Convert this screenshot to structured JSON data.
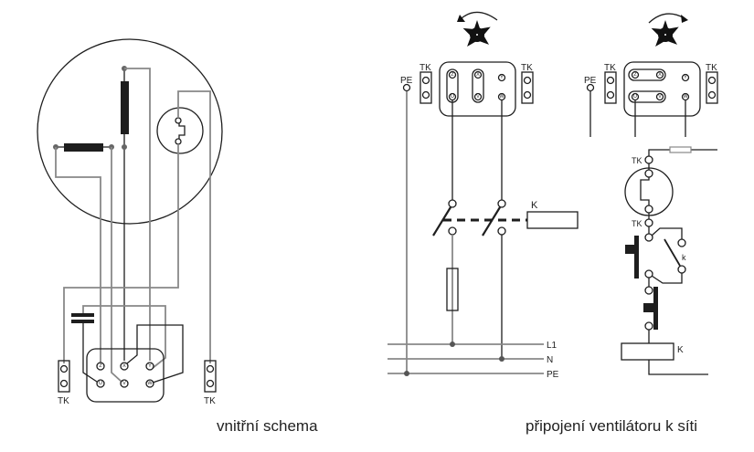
{
  "captions": {
    "internal": "vnitřní schema",
    "connection": "připojení ventilátoru k síti"
  },
  "labels": {
    "tk": "TK",
    "pe": "PE",
    "k_upper": "K",
    "k_lower": "k",
    "l1": "L1",
    "n": "N",
    "pe_bus": "PE"
  },
  "terminals": {
    "z": "Z",
    "x": "X",
    "y": "Y",
    "u": "U",
    "v": "V",
    "w": "W"
  },
  "colors": {
    "line": "#1e1e1e",
    "wire_gray": "#888888"
  }
}
